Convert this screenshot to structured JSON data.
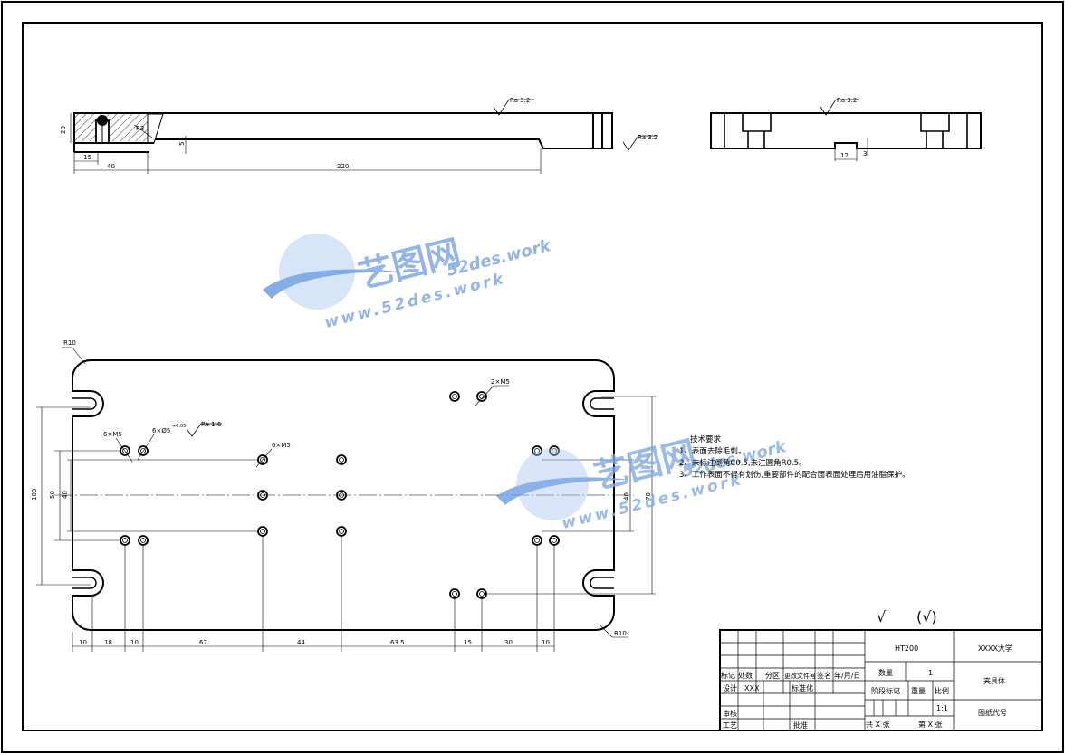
{
  "side_view": {
    "roughness_top": "Ra 3.2",
    "roughness_right": "Ra 3.2",
    "dim_height": "20",
    "dim_step": "5",
    "dim_15": "15",
    "dim_40": "40",
    "dim_220": "220",
    "chamfer": "R3"
  },
  "end_view": {
    "roughness": "Ra 3.2",
    "slot_width": "12",
    "slot_depth": "3"
  },
  "plan_view": {
    "r_top_left": "R10",
    "r_bottom_right": "R10",
    "callout_2xm5": "2×M5",
    "callout_6xm5_a": "6×M5",
    "callout_6xm5_b": "6×M5",
    "callout_hole": "6×Ø5",
    "callout_fit": "+0.05",
    "roughness": "Ra 1.6",
    "dim_left_100": "100",
    "dim_left_50": "50",
    "dim_left_40": "40",
    "dim_right_40": "40",
    "dim_right_70": "70",
    "bottom_dims": [
      "10",
      "18",
      "10",
      "67",
      "44",
      "63.5",
      "15",
      "30",
      "10"
    ]
  },
  "watermark": {
    "brand": "艺图网",
    "url_top": "www.52des.work",
    "domain": "52des.work"
  },
  "tech_notes": {
    "title": "技术要求",
    "lines": [
      "1、表面去除毛刺。",
      "2、未标注倒角C0.5,未注圆角R0.5。",
      "3、工作表面不得有划伤,重要部件的配合面表面处理后用油脂保护。"
    ]
  },
  "general_roughness": {
    "symbol": "√",
    "paren": "(√)"
  },
  "title_block": {
    "row_labels": [
      "标记",
      "处数",
      "分区",
      "更改文件号",
      "签名",
      "年/月/日"
    ],
    "design_label": "设计",
    "designer": "XXX",
    "standard_label": "标准化",
    "check_label": "审核",
    "process_label": "工艺",
    "approve_label": "批准",
    "material": "HT200",
    "school": "XXXX大学",
    "part_name": "夹具体",
    "qty_label": "数量",
    "qty": "1",
    "stage_label": "阶段标记",
    "weight_label": "重量",
    "scale_label": "比例",
    "scale": "1:1",
    "drawing_no_label": "图纸代号",
    "total_sheets": "共 X 张",
    "sheet_no": "第 X 张"
  }
}
